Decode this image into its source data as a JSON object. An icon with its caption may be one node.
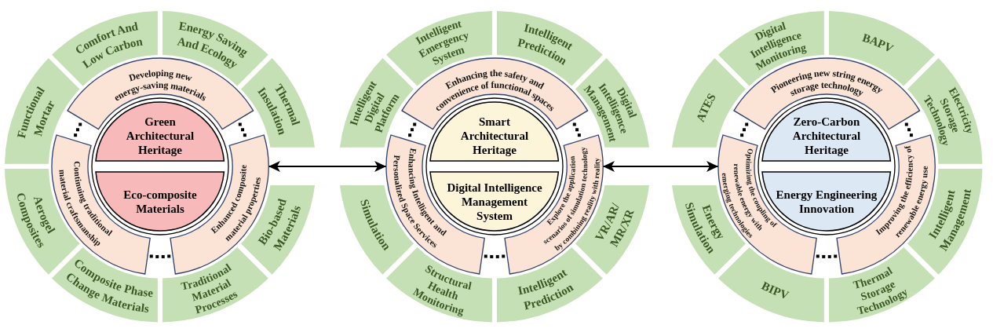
{
  "diagram": {
    "nodes": [
      {
        "text": [],
        "shape": "circle"
      },
      {
        "text": [
          "Green Architectural Heritage"
        ],
        "in": 0
      },
      {
        "text": [
          "Eco-composite Materials"
        ],
        "in": 0
      },
      {
        "text": [
          "Developing new energy-saving materials"
        ]
      },
      {
        "text": [
          "Continuing traditional material craftsmanship"
        ]
      },
      {
        "text": [
          "Enhanced composite material properties"
        ]
      },
      {
        "text": [
          "Comfort And Low Carbon"
        ]
      },
      {
        "text": [
          "Energy Saving And Ecology"
        ]
      },
      {
        "text": [
          "Thermal Insulation"
        ]
      },
      {
        "text": [
          "Bio-based Materials"
        ]
      },
      {
        "text": [
          "Traditional Material Processes"
        ]
      },
      {
        "text": [
          "Composite Phase Change Materials"
        ]
      },
      {
        "text": [
          "Aerogel Composites"
        ]
      },
      {
        "text": [
          "Functional Mortar"
        ]
      },
      {
        "text": [],
        "shape": "circle"
      },
      {
        "text": [
          "Smart Architectural Heritage"
        ],
        "in": 14
      },
      {
        "text": [
          "Digital Intelligence Management System"
        ],
        "in": 14
      },
      {
        "text": [
          "Enhancing the safety and convenience of functional spaces"
        ]
      },
      {
        "text": [
          "Enhancing Intelligent and Personalized Space Services"
        ]
      },
      {
        "text": [
          "Explore the application scenarios of simulation technology by combining reality with reality"
        ]
      },
      {
        "text": [
          "Intelligent Emergency System"
        ]
      },
      {
        "text": [
          "Intelligent Prediction"
        ]
      },
      {
        "text": [
          "Digital Intelligence Management"
        ]
      },
      {
        "text": [
          "VR/AR/ MR/XR"
        ]
      },
      {
        "text": [
          "Intelligent Prediction"
        ]
      },
      {
        "text": [
          "Structural Health Monitoring"
        ]
      },
      {
        "text": [
          "Simulation"
        ]
      },
      {
        "text": [
          "Intelligent Digital Platform"
        ]
      },
      {
        "text": [],
        "shape": "circle"
      },
      {
        "text": [
          "Zero-Carbon Architectural Heritage"
        ],
        "in": 28
      },
      {
        "text": [
          "Energy Engineering Innovation"
        ],
        "in": 28
      },
      {
        "text": [
          "Pioneering new string energy storage technology"
        ]
      },
      {
        "text": [
          "Optimizing the coupling of renewable energy with emerging technologies"
        ]
      },
      {
        "text": [
          "Improving the efficiency of renewable energy use"
        ]
      },
      {
        "text": [
          "Digital Intelligence Monitoring"
        ]
      },
      {
        "text": [
          "BAPV"
        ]
      },
      {
        "text": [
          "Electricity Storage Technology"
        ]
      },
      {
        "text": [
          "Intelligent Management"
        ]
      },
      {
        "text": [
          "Thermal Storage Technology"
        ]
      },
      {
        "text": [
          "BIPV"
        ]
      },
      {
        "text": [
          "Energy Simulation"
        ]
      },
      {
        "text": [
          "ATES"
        ]
      }
    ],
    "edges": [
      {
        "from": 5,
        "to": 18,
        "arrow": "both"
      },
      {
        "from": 19,
        "to": 32,
        "arrow": "both"
      }
    ]
  }
}
